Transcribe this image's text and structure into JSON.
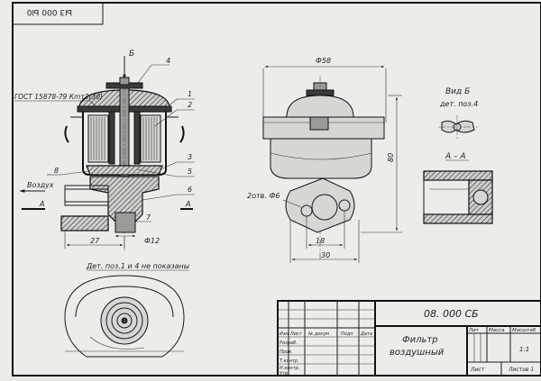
{
  "sheet_code": "Ы3 000 Ы0",
  "standard_note": "ГОСТ 15878-79 Кmт3(30)",
  "view_b_arrow": "Б",
  "section_arrow": "А",
  "inlet_label": "Воздух",
  "callouts": {
    "p1": "1",
    "p2": "2",
    "p3": "3",
    "p4": "4",
    "p5": "5",
    "p6": "6",
    "p7": "7",
    "p8": "8"
  },
  "dims": {
    "d27": "27",
    "d12": "Ф12",
    "d58": "Ф58",
    "d80": "80",
    "d18": "18",
    "d30": "30",
    "holes": "2отв. Ф6"
  },
  "view_b": {
    "title": "Вид Б",
    "subtitle": "дет. поз.4"
  },
  "section_aa": "А – А",
  "note_hidden": "Дет. поз.1 и 4 не показаны",
  "title_block": {
    "doc_number": "08. 000 СБ",
    "name_line1": "Фильтр",
    "name_line2": "воздушный",
    "col_izm": "Изм",
    "col_list": "Лист",
    "col_doc": "№ докум",
    "col_sign": "Подп",
    "col_date": "Дата",
    "row_razrab": "Разраб.",
    "row_prov": "Пров.",
    "row_tkontr": "Т.контр.",
    "row_nkontr": "Н.контр.",
    "row_utv": "Утв.",
    "lit": "Лит",
    "mass": "Масса",
    "scale": "Масштаб",
    "scale_val": "1:1",
    "sheet": "Лист",
    "sheets": "Листов 1"
  }
}
